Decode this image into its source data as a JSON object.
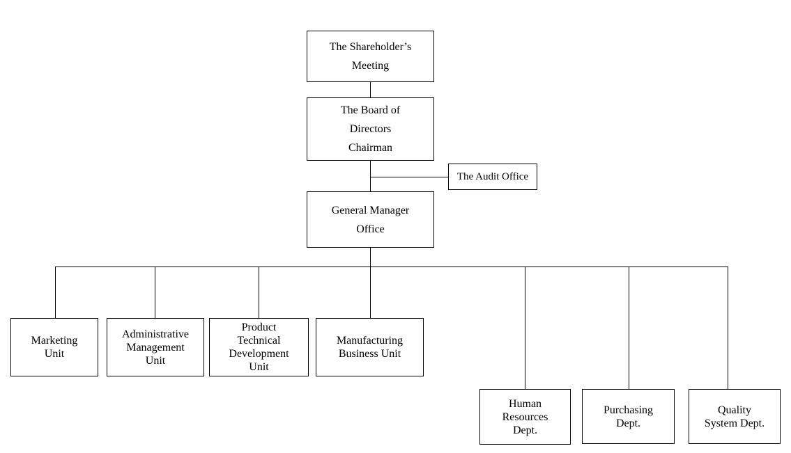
{
  "diagram": {
    "type": "org-chart",
    "colors": {
      "background": "#ffffff",
      "line": "#000000",
      "box_border": "#000000",
      "text": "#000000"
    },
    "nodes": {
      "shareholder": {
        "label": [
          "The Shareholder’s",
          "Meeting"
        ]
      },
      "board": {
        "label": [
          "The Board of",
          "Directors",
          "Chairman"
        ]
      },
      "audit": {
        "label": [
          "The Audit Office"
        ]
      },
      "gm": {
        "label": [
          "General Manager",
          "Office"
        ]
      },
      "marketing": {
        "label": [
          "Marketing",
          "Unit"
        ]
      },
      "admin": {
        "label": [
          "Administrative",
          "Management",
          "Unit"
        ]
      },
      "product": {
        "label": [
          "Product",
          "Technical",
          "Development",
          "Unit"
        ]
      },
      "manufacturing": {
        "label": [
          "Manufacturing",
          "Business Unit"
        ]
      },
      "hr": {
        "label": [
          "Human",
          "Resources",
          "Dept."
        ]
      },
      "purchasing": {
        "label": [
          "Purchasing",
          "Dept."
        ]
      },
      "quality": {
        "label": [
          "Quality",
          "System Dept."
        ]
      }
    },
    "edges": [
      [
        "shareholder",
        "board"
      ],
      [
        "board",
        "gm"
      ],
      [
        "board",
        "audit"
      ],
      [
        "gm",
        "marketing"
      ],
      [
        "gm",
        "admin"
      ],
      [
        "gm",
        "product"
      ],
      [
        "gm",
        "manufacturing"
      ],
      [
        "gm",
        "hr"
      ],
      [
        "gm",
        "purchasing"
      ],
      [
        "gm",
        "quality"
      ]
    ]
  }
}
